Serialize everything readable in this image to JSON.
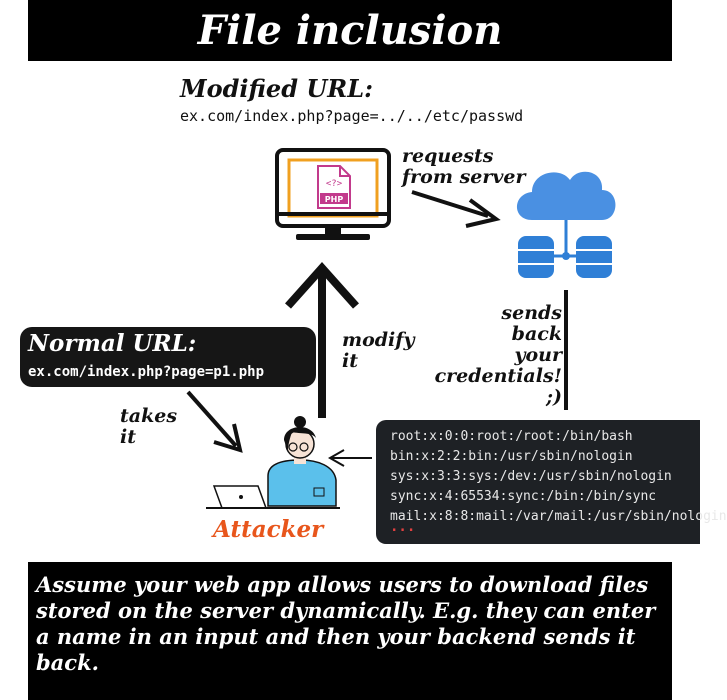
{
  "title": "File inclusion",
  "modified": {
    "label": "Modified URL:",
    "url": "ex.com/index.php?page=../../etc/passwd"
  },
  "computer": {
    "file_icon_code": "<?>",
    "file_icon_ext": "PHP"
  },
  "notes": {
    "requests_line1": "requests",
    "requests_line2": "from server",
    "sends_lines": [
      "sends",
      "back",
      "your",
      "credentials!",
      ";)"
    ],
    "modify_line1": "modify",
    "modify_line2": "it",
    "takes_line1": "takes",
    "takes_line2": "it"
  },
  "normal": {
    "label": "Normal URL:",
    "url": "ex.com/index.php?page=p1.php"
  },
  "terminal": {
    "lines": [
      "root:x:0:0:root:/root:/bin/bash",
      "bin:x:2:2:bin:/usr/sbin/nologin",
      "sys:x:3:3:sys:/dev:/usr/sbin/nologin",
      "sync:x:4:65534:sync:/bin:/bin/sync",
      "mail:x:8:8:mail:/var/mail:/usr/sbin/nologin"
    ],
    "ellipsis": "..."
  },
  "attacker": {
    "label": "Attacker"
  },
  "description": "Assume your web app allows users to download files stored on the server dynamically. E.g. they can enter a name in an input and then your backend sends it back.",
  "colors": {
    "monitor_frame": "#111111",
    "monitor_accent": "#f0a020",
    "file_icon": "#c23a8c",
    "cloud": "#4a90e2",
    "database": "#2f7fd6",
    "attacker_label": "#e8561c",
    "shirt": "#5bc0eb",
    "terminal_bg": "#1e2125"
  }
}
